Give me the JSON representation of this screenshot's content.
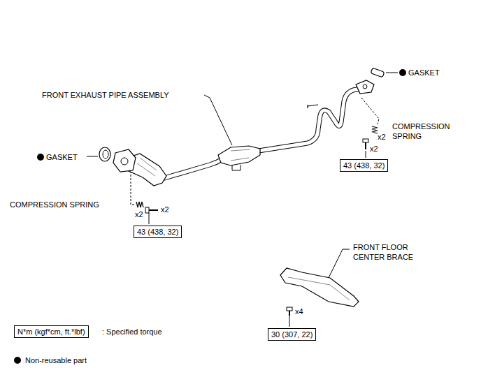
{
  "diagram": {
    "nodes": [
      {
        "text": [
          "43 (438, 32)"
        ]
      },
      {
        "text": [
          "43 (438, 32)"
        ]
      },
      {
        "text": [
          "30 (307, 22)"
        ]
      },
      {
        "text": [
          "N*m (kgf*cm, ft.*lbf)"
        ]
      }
    ],
    "labels": [
      "FRONT EXHAUST PIPE ASSEMBLY",
      "GASKET",
      "GASKET",
      "COMPRESSION SPRING",
      "x2",
      "x2",
      "COMPRESSION SPRING",
      "x2",
      "x2",
      "FRONT FLOOR CENTER BRACE",
      "x4"
    ],
    "legend": [
      {
        "text": ": Specified torque"
      },
      {
        "text": "Non-reusable part"
      }
    ]
  }
}
